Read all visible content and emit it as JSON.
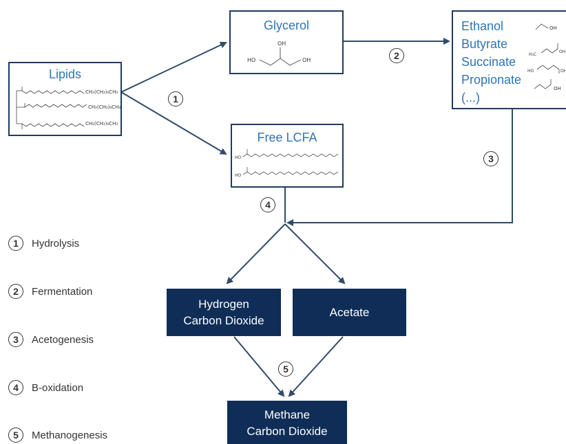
{
  "boxes": {
    "lipids": "Lipids",
    "glycerol": "Glycerol",
    "free_lcfa": "Free LCFA",
    "products": [
      "Ethanol",
      "Butyrate",
      "Succinate",
      "Propionate",
      "(...)"
    ],
    "h2_co2": [
      "Hydrogen",
      "Carbon Dioxide"
    ],
    "acetate": "Acetate",
    "methane": [
      "Methane",
      "Carbon Dioxide"
    ]
  },
  "chem_labels": {
    "lipid_chains": [
      "CH₂(CH₂)₆CH₃",
      "CH₂(CH₂)₆CH₃",
      "CH₂(CH₂)₆CH₃"
    ],
    "glycerol_ho": [
      "HO",
      "OH",
      "OH"
    ],
    "lcfa_ho": [
      "HO",
      "HO"
    ],
    "ethanol_oh": "OH",
    "butyrate": [
      "H₃C",
      "OH"
    ],
    "succinate": [
      "HO",
      "OH"
    ],
    "propionate": "OH"
  },
  "step_markers": [
    "1",
    "2",
    "3",
    "4",
    "5"
  ],
  "legend": [
    {
      "num": "1",
      "label": "Hydrolysis"
    },
    {
      "num": "2",
      "label": "Fermentation"
    },
    {
      "num": "3",
      "label": "Acetogenesis"
    },
    {
      "num": "4",
      "label": "B-oxidation"
    },
    {
      "num": "5",
      "label": "Methanogenesis"
    }
  ],
  "colors": {
    "box_border": "#1f3a5f",
    "title_blue": "#2e74b5",
    "dark_fill": "#0f2d57",
    "arrow": "#2f4a6a"
  }
}
